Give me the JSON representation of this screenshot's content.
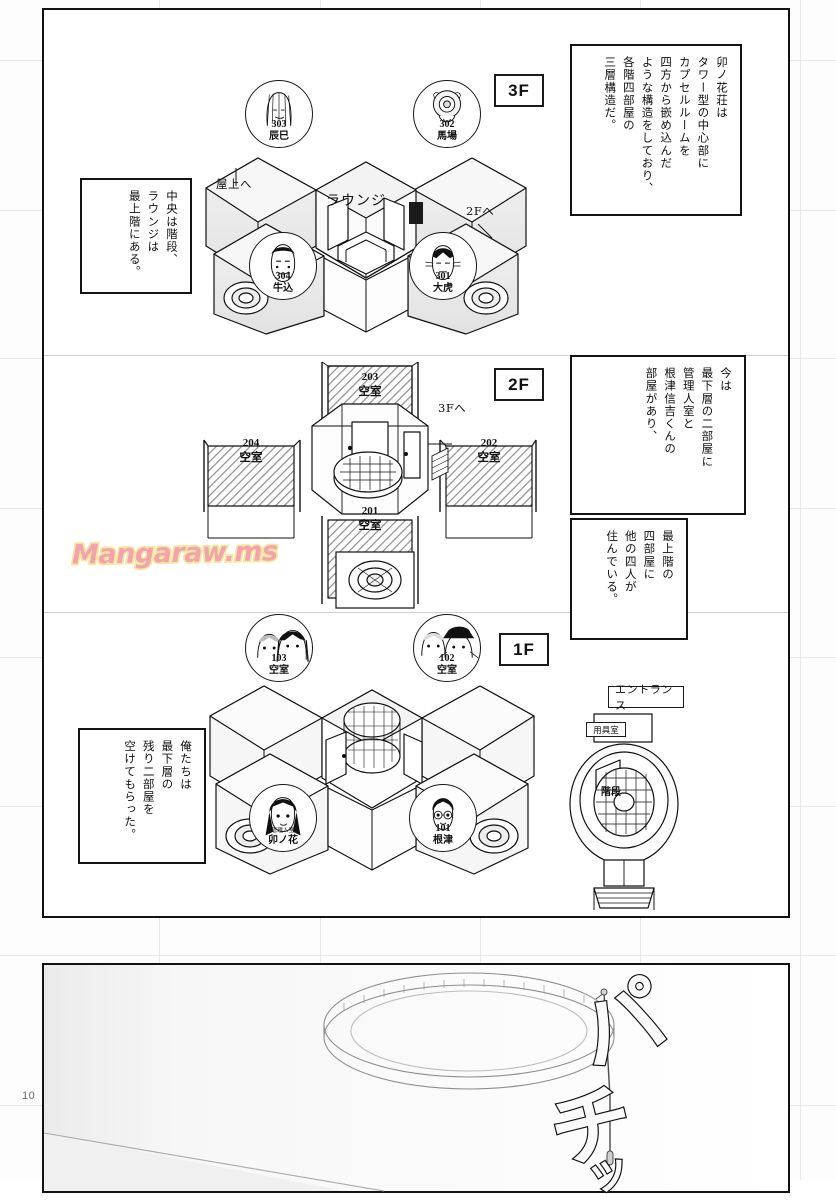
{
  "page": {
    "number": "10",
    "watermark": "Mangaraw.ms"
  },
  "narration": {
    "box1": "卯ノ花荘は\nタワー型の中心部に\nカプセルルームを\n四方から嵌め込んだ\nような構造をしており、\n各階四部屋の\n三層構造だ。",
    "box2": "中央は階段、\nラウンジは\n最上階にある。",
    "box3": "今は\n最下層の二部屋に\n管理人室と\n根津信吉くんの\n部屋があり、",
    "box4": "最上階の\n四部屋に\n他の四人が\n住んでいる。",
    "box5": "俺たちは\n最下層の\n残り二部屋を\n空けてもらった。"
  },
  "floors": {
    "f3": {
      "badge": "3F",
      "labels": {
        "roof": "屋上へ",
        "lounge": "ラウンジ",
        "down": "2Fへ"
      },
      "rooms": [
        {
          "num": "303",
          "name": "辰巳",
          "role": ""
        },
        {
          "num": "302",
          "name": "馬場",
          "role": ""
        },
        {
          "num": "304",
          "name": "牛込",
          "role": ""
        },
        {
          "num": "301",
          "name": "大虎",
          "role": ""
        }
      ]
    },
    "f2": {
      "badge": "2F",
      "labels": {
        "up": "3Fへ"
      },
      "rooms": [
        {
          "num": "203",
          "status": "空室"
        },
        {
          "num": "204",
          "status": "空室"
        },
        {
          "num": "202",
          "status": "空室"
        },
        {
          "num": "201",
          "status": "空室"
        }
      ]
    },
    "f1": {
      "badge": "1F",
      "rooms": [
        {
          "num": "103",
          "name": "空室",
          "role": ""
        },
        {
          "num": "102",
          "name": "空室",
          "role": ""
        },
        {
          "num": "",
          "name": "卯ノ花",
          "role": "管理人室"
        },
        {
          "num": "101",
          "name": "根津",
          "role": ""
        }
      ]
    }
  },
  "entrance": {
    "badge": "エントランス",
    "storage": "用具室",
    "stairs": "階段"
  },
  "bottom_panel": {
    "sfx": [
      "パ",
      "チ",
      "ッ"
    ]
  },
  "colors": {
    "ink": "#121212",
    "paper": "#ffffff",
    "grid": "#e9e9e9",
    "hatch": "#cfcfcf",
    "watermark_fill": "#f3a0a8",
    "watermark_stroke": "#f6e7a0"
  }
}
